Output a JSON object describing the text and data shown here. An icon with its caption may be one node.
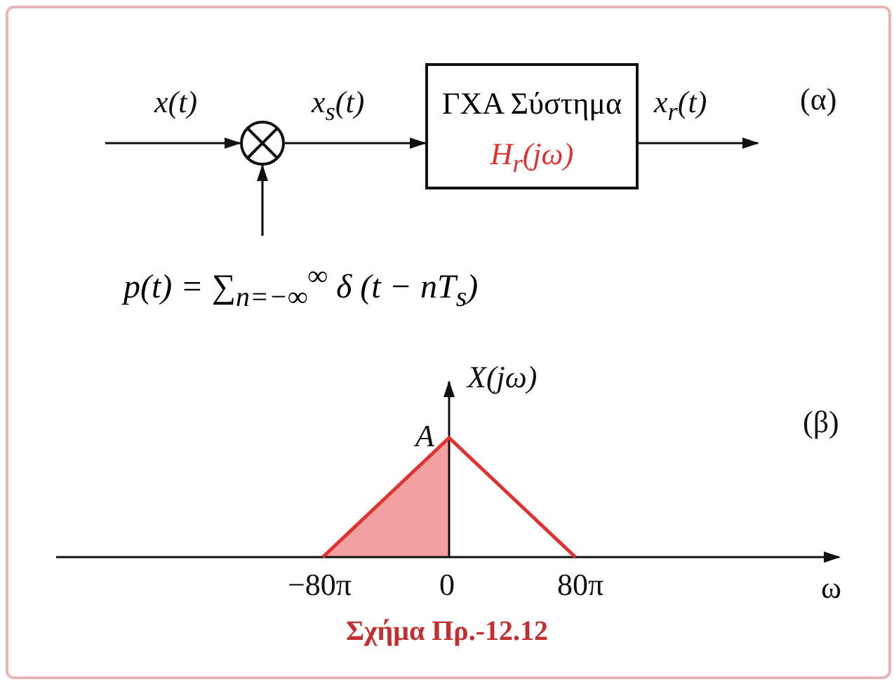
{
  "diagram": {
    "caption": "Σχήμα Πρ.-12.12",
    "nodes": [
      {
        "text": [],
        "shape": "circle"
      },
      {
        "text": [
          "ΓΧΑ Σύστημα",
          "H$_{r}$(jω)"
        ]
      },
      {
        "text": [
          "p(t) = ∑$_{n=−∞}$$^{∞}$ δ (t − nT$_{s}$)"
        ]
      }
    ],
    "edges": [
      {
        "from": null,
        "to": 0,
        "arrow": "to",
        "label": "x(t)"
      },
      {
        "from": 0,
        "to": 1,
        "arrow": "to",
        "label": "x$_{s}$(t)"
      },
      {
        "from": 1,
        "to": null,
        "arrow": "to",
        "label": "x$_{r}$(t)"
      },
      {
        "from": 2,
        "to": 0,
        "arrow": "to"
      }
    ],
    "labels": [
      "(α)",
      "X(jω)",
      "A",
      "(β)",
      "−80π",
      "0",
      "80π",
      "ω"
    ]
  }
}
